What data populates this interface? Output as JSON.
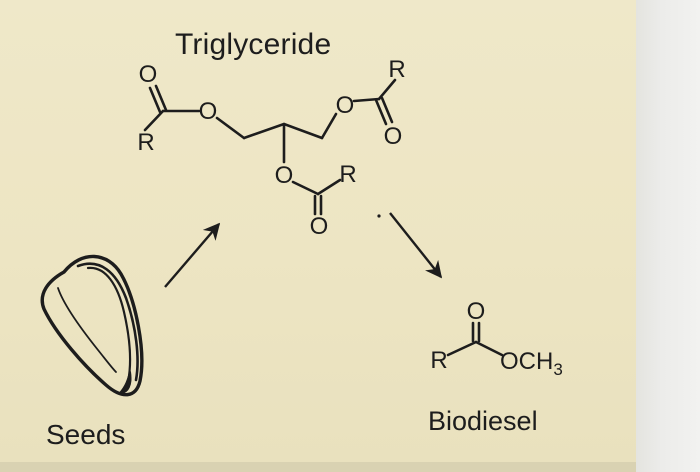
{
  "diagram": {
    "title": "Triglyceride",
    "seeds_label": "Seeds",
    "biodiesel_label": "Biodiesel"
  },
  "molecules": {
    "triglyceride": {
      "left_ester": {
        "carbonyl_o": "O",
        "ether_o": "O",
        "r_group": "R"
      },
      "right_ester": {
        "ether_o": "O",
        "carbonyl_o": "O",
        "r_group": "R"
      },
      "middle_ester": {
        "ether_o": "O",
        "carbonyl_o": "O",
        "r_group": "R"
      }
    },
    "biodiesel": {
      "carbonyl_o": "O",
      "r_group": "R",
      "methoxy": "OCH",
      "methoxy_subscript": "3"
    }
  },
  "colors": {
    "paper": "#efe8c9",
    "ink": "#1d1d1d",
    "margin": "#ececea"
  }
}
